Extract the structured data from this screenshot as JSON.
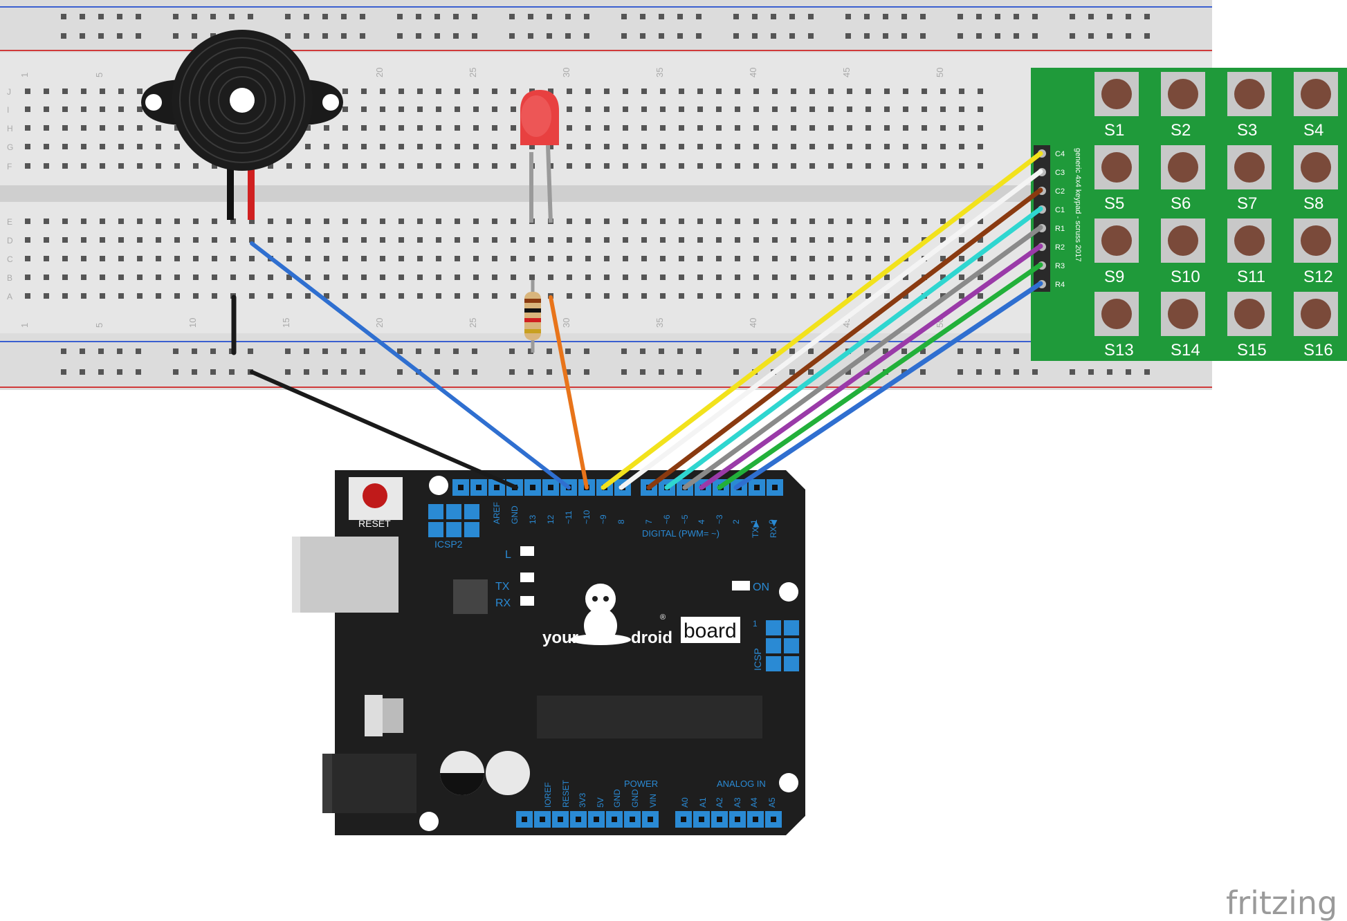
{
  "breadboard": {
    "column_numbers": [
      "1",
      "5",
      "10",
      "15",
      "20",
      "25",
      "30",
      "35",
      "40",
      "45",
      "50"
    ],
    "row_letters_top": [
      "J",
      "I",
      "H",
      "G",
      "F"
    ],
    "row_letters_bottom": [
      "E",
      "D",
      "C",
      "B",
      "A"
    ]
  },
  "keypad": {
    "title": "generic 4x4 keypad - scruss 2017",
    "pin_labels": [
      "C4",
      "C3",
      "C2",
      "C1",
      "R1",
      "R2",
      "R3",
      "R4"
    ],
    "keys": [
      "S1",
      "S2",
      "S3",
      "S4",
      "S5",
      "S6",
      "S7",
      "S8",
      "S9",
      "S10",
      "S11",
      "S12",
      "S13",
      "S14",
      "S15",
      "S16"
    ]
  },
  "arduino": {
    "reset_label": "RESET",
    "icsp2_label": "ICSP2",
    "icsp_label": "ICSP",
    "icsp_pin1": "1",
    "led_l": "L",
    "led_tx": "TX",
    "led_rx": "RX",
    "on_label": "ON",
    "logo_your": "your",
    "logo_droid": "droid",
    "logo_board": "board",
    "logo_reg": "®",
    "digital_label": "DIGITAL (PWM= ~)",
    "tx_label": "TX▶",
    "rx_label": "RX◀",
    "power_label": "POWER",
    "analog_label": "ANALOG IN",
    "digital_pins": [
      "AREF",
      "GND",
      "13",
      "12",
      "~11",
      "~10",
      "~9",
      "8",
      "7",
      "~6",
      "~5",
      "4",
      "~3",
      "2",
      "1",
      "0"
    ],
    "power_pins": [
      "IOREF",
      "RESET",
      "3V3",
      "5V",
      "GND",
      "GND",
      "VIN"
    ],
    "analog_pins": [
      "A0",
      "A1",
      "A2",
      "A3",
      "A4",
      "A5"
    ]
  },
  "brand": "fritzing",
  "colors": {
    "breadboard": "#e8e8e8",
    "keypad_green": "#1f9a3a",
    "board_black": "#1e1e1e",
    "header_blue": "#2a8ad4",
    "wire_blue": "#2f6fd0",
    "wire_black": "#1a1a1a",
    "wire_orange": "#e8741a",
    "wire_yellow": "#f2e21c",
    "wire_white": "#f4f4f4",
    "wire_brown": "#8a3a10",
    "wire_cyan": "#2fd6d0",
    "wire_gray": "#8a8a8a",
    "wire_purple": "#9a3aa8",
    "wire_green": "#22b03a"
  }
}
